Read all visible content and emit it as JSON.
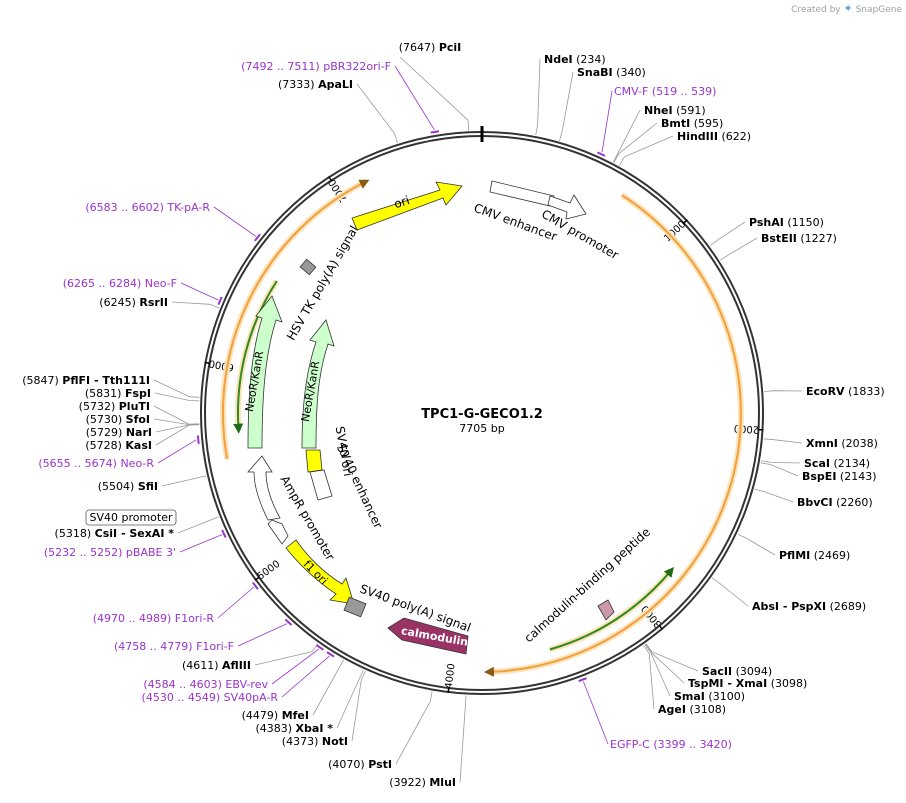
{
  "branding": {
    "created_by": "Created by",
    "brand_name": "SnapGene"
  },
  "plasmid": {
    "name": "TPC1-G-GECO1.2",
    "size_label": "7705 bp",
    "length": 7705
  },
  "ticks": [
    {
      "pos": 1000,
      "label": "1000"
    },
    {
      "pos": 2000,
      "label": "2000"
    },
    {
      "pos": 3000,
      "label": "3000"
    },
    {
      "pos": 4000,
      "label": "4000"
    },
    {
      "pos": 5000,
      "label": "5000"
    },
    {
      "pos": 6000,
      "label": "6000"
    },
    {
      "pos": 7000,
      "label": "7000"
    }
  ],
  "sites": [
    {
      "name": "PciI",
      "pos": "(7647)",
      "bp": 7647
    },
    {
      "name": "NdeI",
      "pos": "(234)",
      "bp": 234
    },
    {
      "name": "SnaBI",
      "pos": "(340)",
      "bp": 340
    },
    {
      "name": "NheI",
      "pos": "(591)",
      "bp": 591
    },
    {
      "name": "BmtI",
      "pos": "(595)",
      "bp": 595
    },
    {
      "name": "HindIII",
      "pos": "(622)",
      "bp": 622
    },
    {
      "name": "PshAI",
      "pos": "(1150)",
      "bp": 1150
    },
    {
      "name": "BstEII",
      "pos": "(1227)",
      "bp": 1227
    },
    {
      "name": "EcoRV",
      "pos": "(1833)",
      "bp": 1833
    },
    {
      "name": "XmnI",
      "pos": "(2038)",
      "bp": 2038
    },
    {
      "name": "ScaI",
      "pos": "(2134)",
      "bp": 2134
    },
    {
      "name": "BspEI",
      "pos": "(2143)",
      "bp": 2143
    },
    {
      "name": "BbvCI",
      "pos": "(2260)",
      "bp": 2260
    },
    {
      "name": "PflMI",
      "pos": "(2469)",
      "bp": 2469
    },
    {
      "name": "AbsI - PspXI",
      "pos": "(2689)",
      "bp": 2689
    },
    {
      "name": "SacII",
      "pos": "(3094)",
      "bp": 3094
    },
    {
      "name": "TspMI - XmaI",
      "pos": "(3098)",
      "bp": 3098
    },
    {
      "name": "SmaI",
      "pos": "(3100)",
      "bp": 3100
    },
    {
      "name": "AgeI",
      "pos": "(3108)",
      "bp": 3108
    },
    {
      "name": "MluI",
      "pos": "(3922)",
      "bp": 3922
    },
    {
      "name": "PstI",
      "pos": "(4070)",
      "bp": 4070
    },
    {
      "name": "NotI",
      "pos": "(4373)",
      "bp": 4373
    },
    {
      "name": "XbaI *",
      "pos": "(4383)",
      "bp": 4383
    },
    {
      "name": "MfeI",
      "pos": "(4479)",
      "bp": 4479
    },
    {
      "name": "AflIII",
      "pos": "(4611)",
      "bp": 4611
    },
    {
      "name": "CsiI - SexAI *",
      "pos": "(5318)",
      "bp": 5318
    },
    {
      "name": "SfiI",
      "pos": "(5504)",
      "bp": 5504
    },
    {
      "name": "KasI",
      "pos": "(5728)",
      "bp": 5728
    },
    {
      "name": "NarI",
      "pos": "(5729)",
      "bp": 5729
    },
    {
      "name": "SfoI",
      "pos": "(5730)",
      "bp": 5730
    },
    {
      "name": "PluTI",
      "pos": "(5732)",
      "bp": 5732
    },
    {
      "name": "FspI",
      "pos": "(5831)",
      "bp": 5831
    },
    {
      "name": "PflFI - Tth111I",
      "pos": "(5847)",
      "bp": 5847
    },
    {
      "name": "RsrII",
      "pos": "(6245)",
      "bp": 6245
    },
    {
      "name": "ApaLI",
      "pos": "(7333)",
      "bp": 7333
    }
  ],
  "primers": [
    {
      "name": "pBR322ori-F",
      "range": "(7492 .. 7511)",
      "bp": 7501
    },
    {
      "name": "CMV-F",
      "range": "(519 .. 539)",
      "bp": 529
    },
    {
      "name": "TK-pA-R",
      "range": "(6583 .. 6602)",
      "bp": 6592
    },
    {
      "name": "Neo-F",
      "range": "(6265 .. 6284)",
      "bp": 6275
    },
    {
      "name": "Neo-R",
      "range": "(5655 .. 5674)",
      "bp": 5664
    },
    {
      "name": "pBABE 3'",
      "range": "(5232 .. 5252)",
      "bp": 5242
    },
    {
      "name": "F1ori-R",
      "range": "(4970 .. 4989)",
      "bp": 4980
    },
    {
      "name": "F1ori-F",
      "range": "(4758 .. 4779)",
      "bp": 4768
    },
    {
      "name": "EBV-rev",
      "range": "(4584 .. 4603)",
      "bp": 4594
    },
    {
      "name": "SV40pA-R",
      "range": "(4530 .. 4549)",
      "bp": 4540
    },
    {
      "name": "EGFP-C",
      "range": "(3399 .. 3420)",
      "bp": 3410
    }
  ],
  "features": [
    {
      "name": "ori",
      "color": "#ffff00"
    },
    {
      "name": "CMV enhancer",
      "color": "#ffffff"
    },
    {
      "name": "CMV promoter",
      "color": "#ffffff"
    },
    {
      "name": "HSV TK poly(A) signal",
      "color": "#999999"
    },
    {
      "name": "NeoR/KanR",
      "color": "#ccffcc"
    },
    {
      "name": "NeoR/KanR",
      "color": "#ccffcc"
    },
    {
      "name": "SV40 ori",
      "color": "#ffff00"
    },
    {
      "name": "SV40 enhancer",
      "color": "#ffffff"
    },
    {
      "name": "AmpR promoter",
      "color": "#ffffff"
    },
    {
      "name": "f1 ori",
      "color": "#ffff00"
    },
    {
      "name": "SV40 poly(A) signal",
      "color": "#999999"
    },
    {
      "name": "calmodulin",
      "color": "#993366"
    },
    {
      "name": "calmodulin-binding peptide",
      "color": "#cc99aa"
    },
    {
      "name": "SV40 promoter",
      "color": "#ffffff"
    }
  ],
  "colors": {
    "site": "#000000",
    "primer": "#9933cc",
    "orf": "#f0a040",
    "orf_glow": "#fde3b8",
    "green_orf": "#2f8a1f"
  }
}
